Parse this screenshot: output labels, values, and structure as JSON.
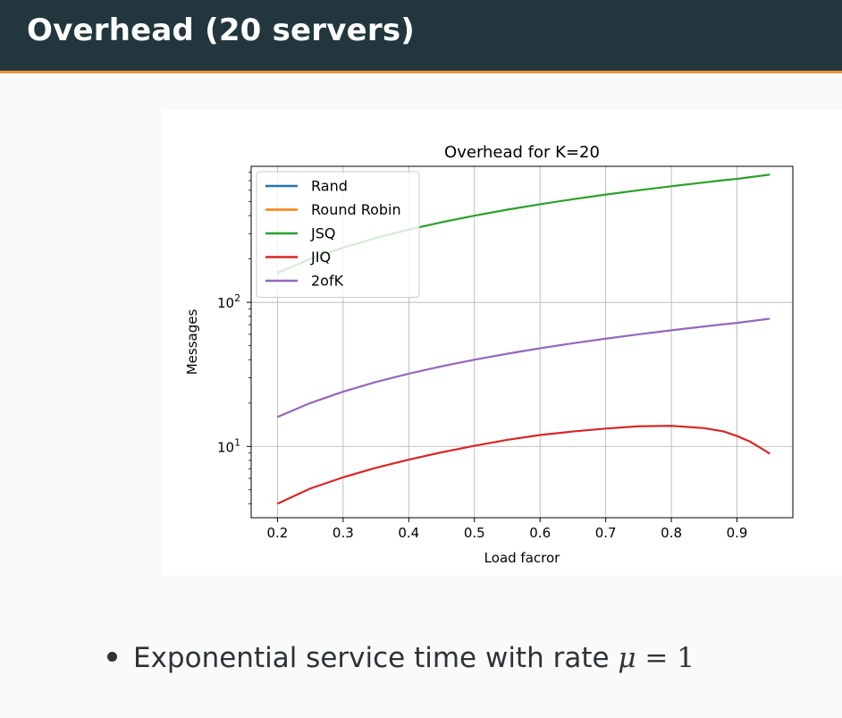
{
  "slide": {
    "title": "Overhead (20 servers)",
    "bullet": {
      "text": "Exponential service time with rate ",
      "math_var": "μ",
      "math_rest": " = 1"
    }
  },
  "colors": {
    "header_bg": "#22363d",
    "header_accent": "#e8913a"
  },
  "chart_data": {
    "type": "line",
    "title": "Overhead for K=20",
    "xlabel": "Load facror",
    "ylabel": "Messages",
    "yscale": "log",
    "xlim": [
      0.16,
      0.985
    ],
    "ylim": [
      3.2,
      880
    ],
    "grid": true,
    "legend_position": "top-left",
    "x_ticks": [
      0.2,
      0.3,
      0.4,
      0.5,
      0.6,
      0.7,
      0.8,
      0.9
    ],
    "x_tick_labels": [
      "0.2",
      "0.3",
      "0.4",
      "0.5",
      "0.6",
      "0.7",
      "0.8",
      "0.9"
    ],
    "y_ticks": [
      10,
      100
    ],
    "y_tick_labels": [
      {
        "base": "10",
        "exp": "1"
      },
      {
        "base": "10",
        "exp": "2"
      }
    ],
    "x": [
      0.2,
      0.25,
      0.3,
      0.35,
      0.4,
      0.45,
      0.5,
      0.55,
      0.6,
      0.65,
      0.7,
      0.75,
      0.8,
      0.85,
      0.88,
      0.9,
      0.92,
      0.94,
      0.95
    ],
    "series": [
      {
        "name": "Rand",
        "color": "#1f77b4",
        "values": []
      },
      {
        "name": "Round Robin",
        "color": "#ff7f0e",
        "values": []
      },
      {
        "name": "JSQ",
        "color": "#2ca02c",
        "values": [
          160,
          200,
          240,
          280,
          320,
          360,
          400,
          440,
          480,
          520,
          560,
          600,
          640,
          680,
          705,
          720,
          740,
          760,
          770
        ]
      },
      {
        "name": "JIQ",
        "color": "#d62728",
        "values": [
          4.0,
          5.1,
          6.1,
          7.1,
          8.1,
          9.1,
          10.1,
          11.1,
          12.0,
          12.7,
          13.3,
          13.8,
          13.9,
          13.4,
          12.7,
          11.8,
          10.8,
          9.5,
          8.9
        ]
      },
      {
        "name": "2ofK",
        "color": "#9467bd",
        "values": [
          16,
          20,
          24,
          28,
          32,
          36,
          40,
          44,
          48,
          52,
          56,
          60,
          64,
          68,
          70.5,
          72,
          74,
          76,
          77
        ]
      }
    ]
  }
}
